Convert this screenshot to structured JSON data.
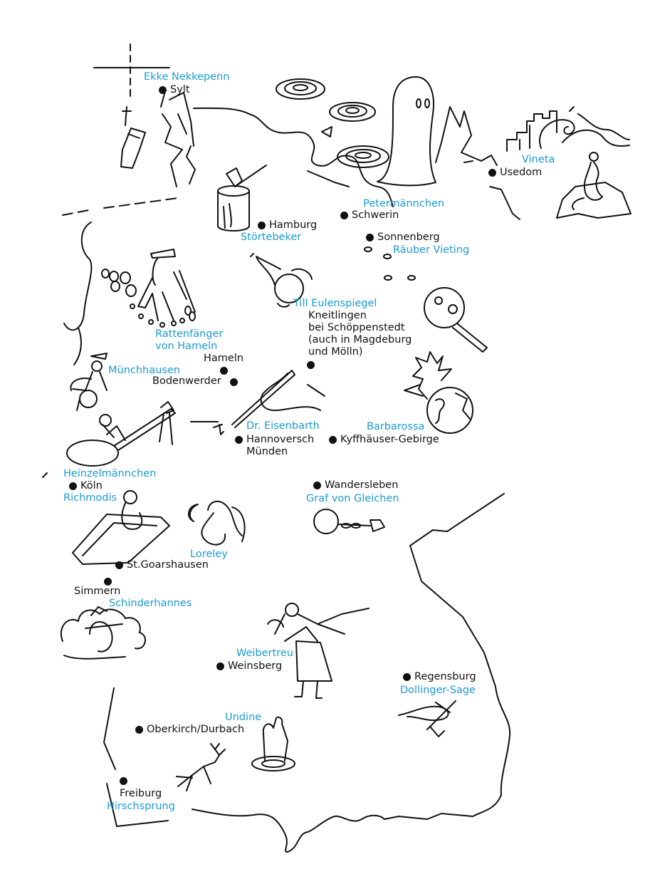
{
  "colors": {
    "legend": "#1a9ad6",
    "place": "#111111",
    "line": "#111111",
    "background": "#ffffff"
  },
  "places": [
    {
      "id": "sylt",
      "name": "Sylt",
      "legend": "Ekke Nekkepenn"
    },
    {
      "id": "usedom",
      "name": "Usedom",
      "legend": "Vineta"
    },
    {
      "id": "schwerin",
      "name": "Schwerin",
      "legend": "Petermännchen"
    },
    {
      "id": "hamburg",
      "name": "Hamburg",
      "legend": "Störtebeker"
    },
    {
      "id": "sonnenberg",
      "name": "Sonnenberg",
      "legend": "Räuber Vieting"
    },
    {
      "id": "kneitlingen",
      "name": "Kneitlingen\nbei Schöppenstedt\n(auch in Magdeburg\nund Mölln)",
      "legend": "Till Eulenspiegel"
    },
    {
      "id": "hameln",
      "name": "Hameln",
      "legend": "Rattenfänger\nvon Hameln"
    },
    {
      "id": "bodenwerder",
      "name": "Bodenwerder",
      "legend": "Münchhausen"
    },
    {
      "id": "hannmuenden",
      "name": "Hannoversch\nMünden",
      "legend": "Dr. Eisenbarth"
    },
    {
      "id": "kyffhaeuser",
      "name": "Kyffhäuser-Gebirge",
      "legend": "Barbarossa"
    },
    {
      "id": "koeln",
      "name": "Köln",
      "legend": "Heinzelmännchen",
      "legend2": "Richmodis"
    },
    {
      "id": "wandersleben",
      "name": "Wandersleben",
      "legend": "Graf von Gleichen"
    },
    {
      "id": "stgoarshausen",
      "name": "St.Goarshausen",
      "legend": "Loreley"
    },
    {
      "id": "simmern",
      "name": "Simmern",
      "legend": "Schinderhannes"
    },
    {
      "id": "weinsberg",
      "name": "Weinsberg",
      "legend": "Weibertreu"
    },
    {
      "id": "regensburg",
      "name": "Regensburg",
      "legend": "Dollinger-Sage"
    },
    {
      "id": "oberkirch",
      "name": "Oberkirch/Durbach",
      "legend": "Undine"
    },
    {
      "id": "freiburg",
      "name": "Freiburg",
      "legend": "Hirschsprung"
    }
  ],
  "illustrations": [
    "sword-cross-icon",
    "boot-icon",
    "whirlpool-icon",
    "ghost-icon",
    "city-waves-icon",
    "mermaid-on-rock-icon",
    "axe-in-bucket-icon",
    "jester-icon",
    "magnifier-icon",
    "pied-piper-icon",
    "baron-riding-cannonball-icon",
    "spoon-catapult-icon",
    "hand-with-brush-icon",
    "exploding-globe-icon",
    "coffin-woman-icon",
    "loreley-moon-icon",
    "ball-and-chain-icon",
    "robber-in-bushes-icon",
    "woman-carrying-man-icon",
    "hand-from-water-icon",
    "leaping-stag-icon",
    "hand-with-cross-icon"
  ]
}
